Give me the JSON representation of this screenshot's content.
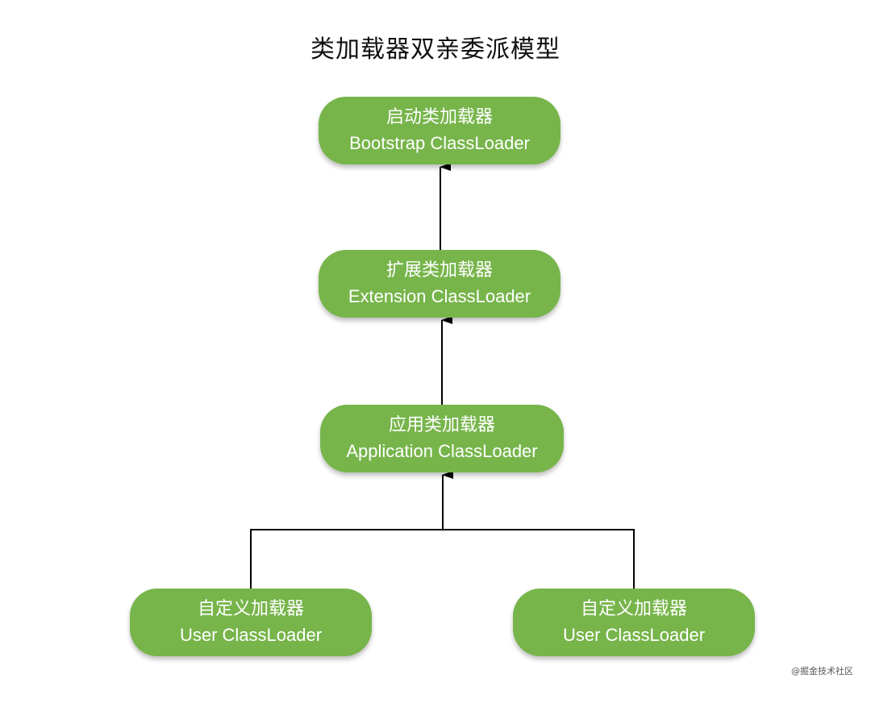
{
  "title": "类加载器双亲委派模型",
  "nodes": {
    "bootstrap": {
      "cn": "启动类加载器",
      "en": "Bootstrap ClassLoader"
    },
    "extension": {
      "cn": "扩展类加载器",
      "en": "Extension ClassLoader"
    },
    "application": {
      "cn": "应用类加载器",
      "en": "Application ClassLoader"
    },
    "user1": {
      "cn": "自定义加载器",
      "en": "User ClassLoader"
    },
    "user2": {
      "cn": "自定义加载器",
      "en": "User ClassLoader"
    }
  },
  "edges": [
    {
      "from": "extension",
      "to": "bootstrap"
    },
    {
      "from": "application",
      "to": "extension"
    },
    {
      "from": "user1",
      "to": "application"
    },
    {
      "from": "user2",
      "to": "application"
    }
  ],
  "watermark": "@掘金技术社区",
  "colors": {
    "node_fill": "#77b54b",
    "node_text": "#ffffff",
    "line": "#000000"
  }
}
